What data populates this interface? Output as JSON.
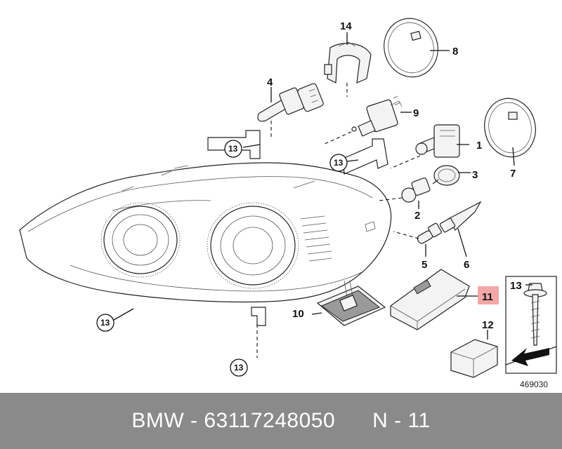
{
  "callouts": [
    {
      "id": "1",
      "label": "1"
    },
    {
      "id": "2",
      "label": "2"
    },
    {
      "id": "3",
      "label": "3"
    },
    {
      "id": "4",
      "label": "4"
    },
    {
      "id": "5",
      "label": "5"
    },
    {
      "id": "6",
      "label": "6"
    },
    {
      "id": "7",
      "label": "7"
    },
    {
      "id": "8",
      "label": "8"
    },
    {
      "id": "9",
      "label": "9"
    },
    {
      "id": "10",
      "label": "10"
    },
    {
      "id": "11",
      "label": "11",
      "highlighted": true
    },
    {
      "id": "12",
      "label": "12"
    },
    {
      "id": "13",
      "label": "13"
    },
    {
      "id": "14",
      "label": "14"
    }
  ],
  "circled_label": "13",
  "diagram_ref": "469030",
  "highlight_color": "#f4a7a7",
  "footer": {
    "brand": "BMW",
    "separator": " - ",
    "part_number": "63117248050",
    "position": "N - 11",
    "background": "#8a8a8a"
  }
}
